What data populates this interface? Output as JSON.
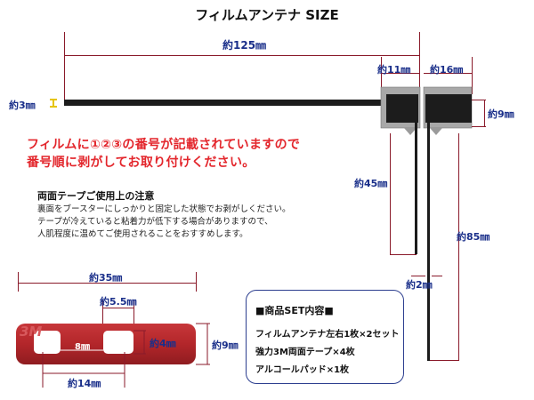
{
  "title": "フィルムアンテナ SIZE",
  "dimensions": {
    "total_length": "約125㎜",
    "width_11": "約11㎜",
    "width_16": "約16㎜",
    "thickness_3": "約3㎜",
    "height_9_right": "約9㎜",
    "length_45": "約45㎜",
    "length_85": "約85㎜",
    "width_2": "約2㎜",
    "tape_35": "約35㎜",
    "tape_5_5": "約5.5㎜",
    "tape_8": "8㎜",
    "tape_4": "約4㎜",
    "tape_9": "約9㎜",
    "tape_14": "約14㎜"
  },
  "red_notice": {
    "line1": "フィルムに①②③の番号が記載されていますので",
    "line2": "番号順に剥がしてお取り付けください。"
  },
  "tape_note": {
    "heading": "両面テープご使用上の注意",
    "lines": [
      "裏面をブースターにしっかりと固定した状態でお剥がしください。",
      "テープが冷えていると粘着力が低下する場合がありますので、",
      "人肌程度に温めてご使用されることをおすすめします。"
    ]
  },
  "set_contents": {
    "title": "■商品SET内容■",
    "items": [
      "フィルムアンテナ左右1枚×2セット",
      "強力3M両面テープ×4枚",
      "アルコールパッド×1枚"
    ]
  },
  "logo_text": "3M",
  "colors": {
    "dimension_text": "#1a2f8a",
    "dimension_line": "#8a1a2a",
    "notice_red": "#e3262c",
    "tape_red": "#b3262a",
    "box_border": "#2c3e8f"
  }
}
